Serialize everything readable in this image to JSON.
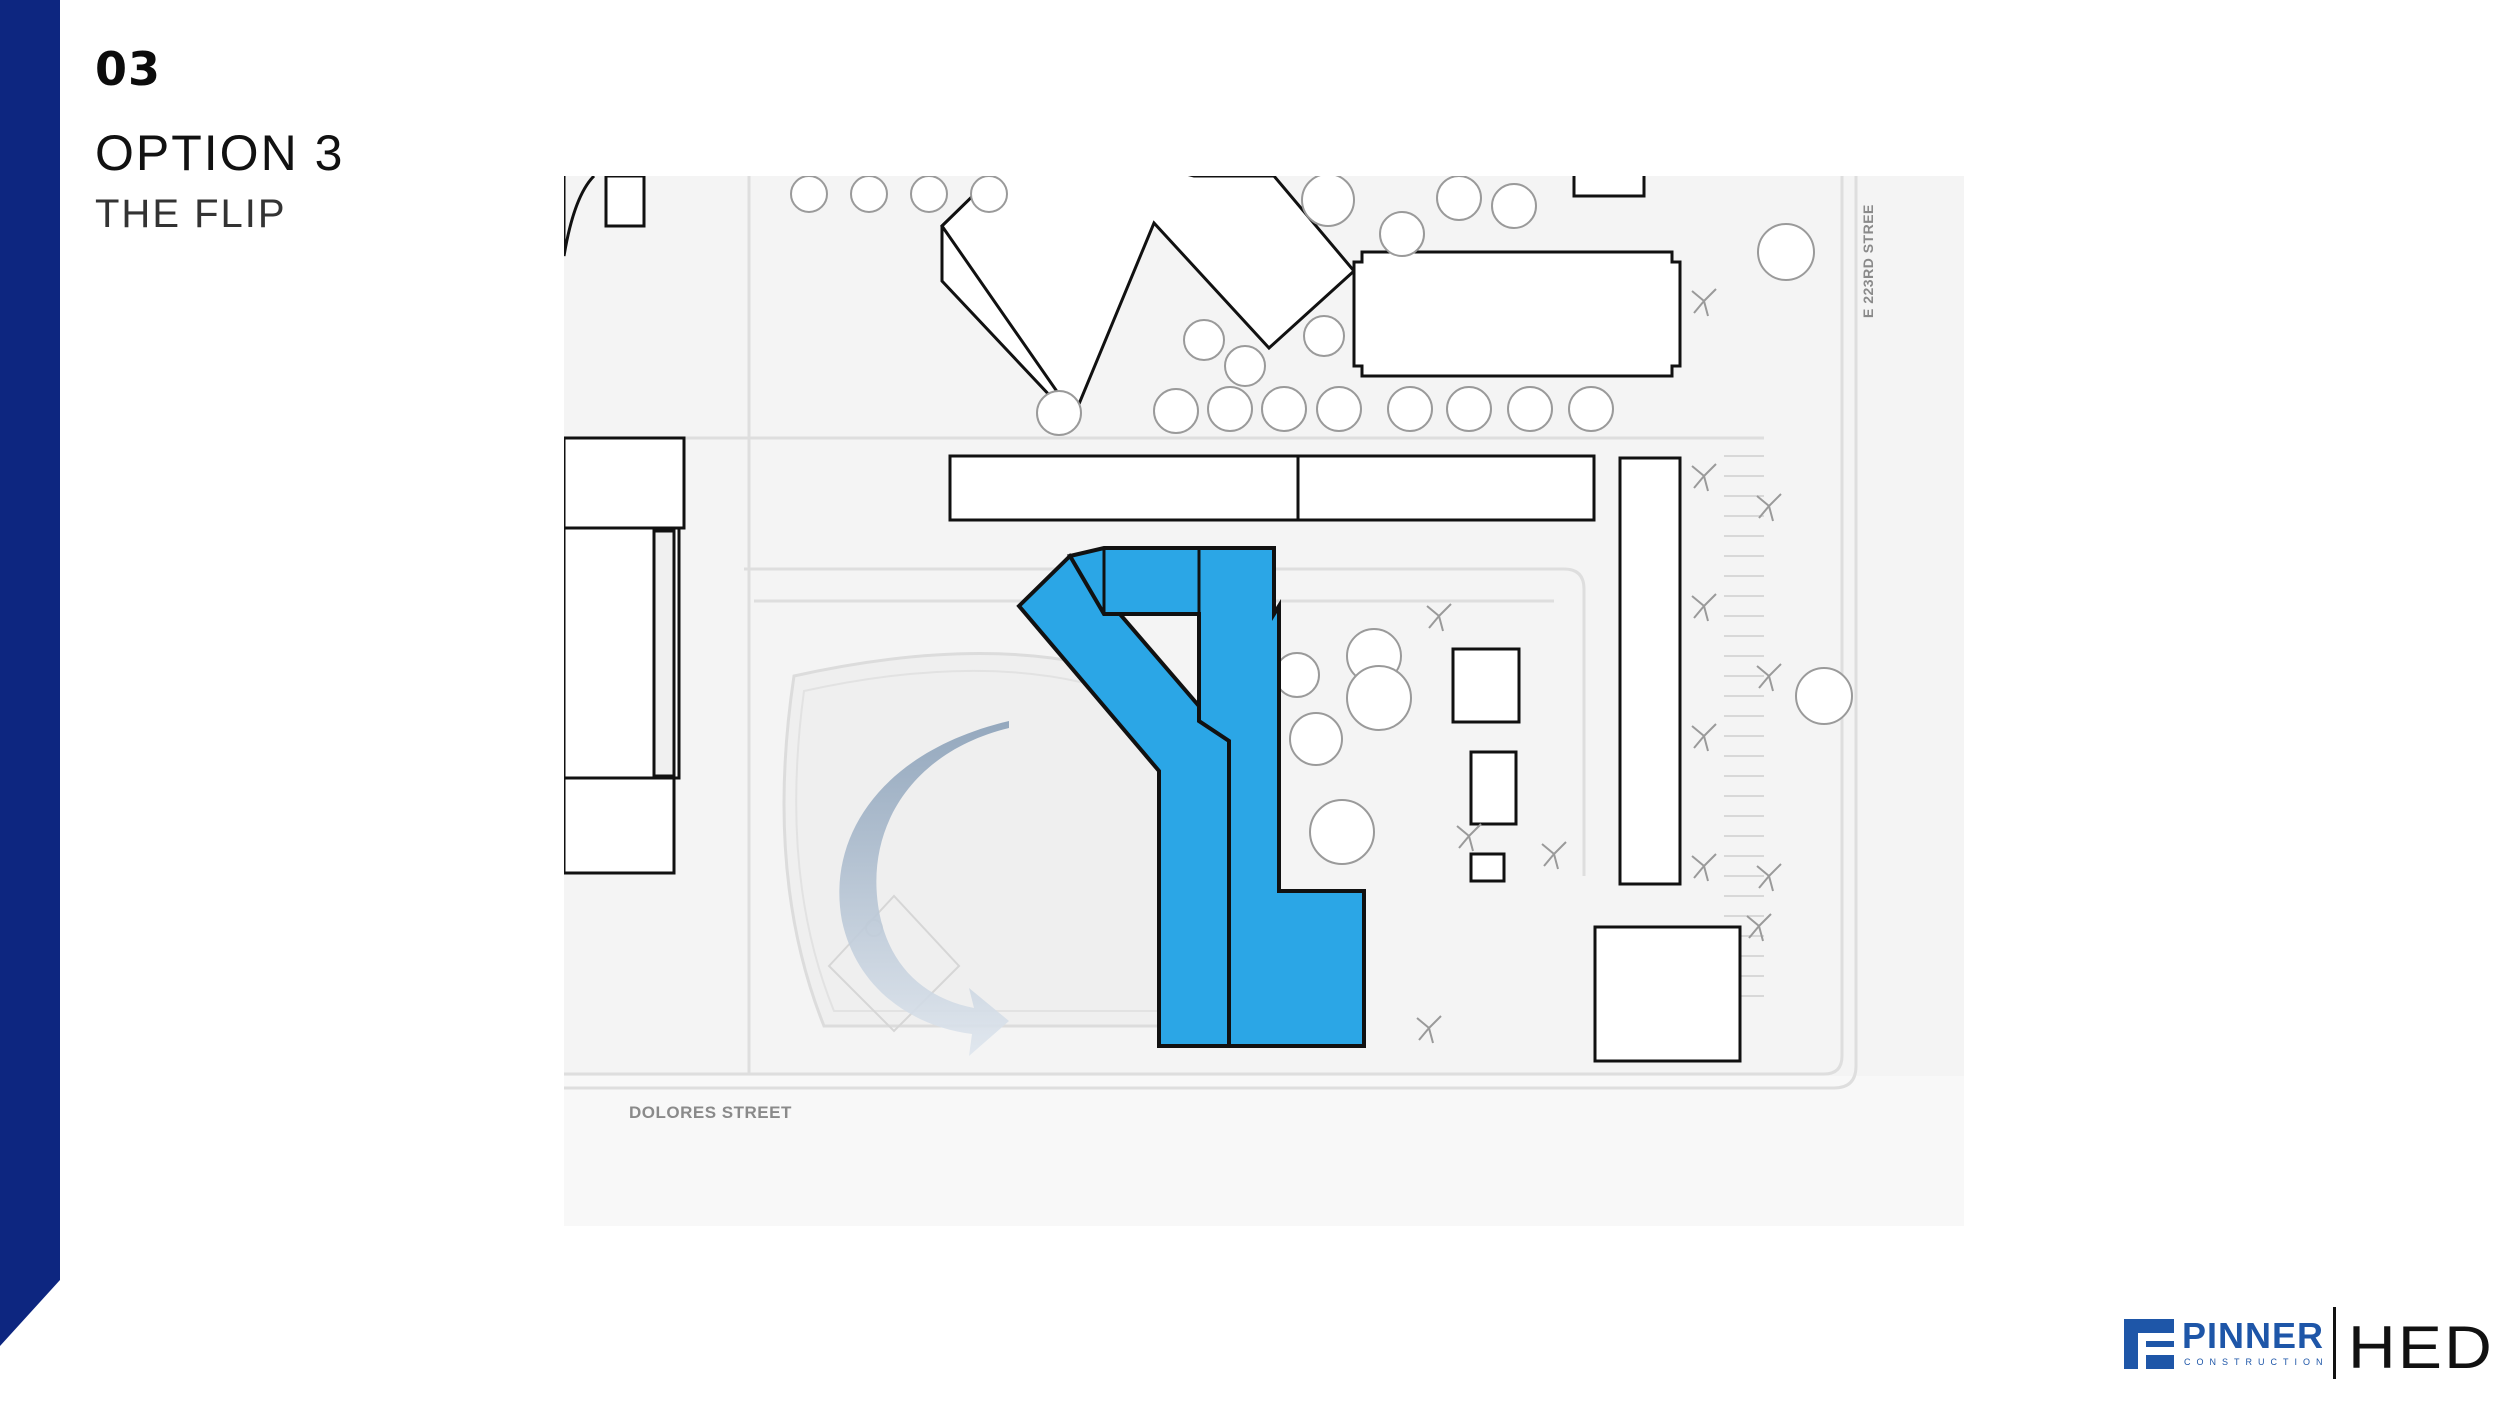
{
  "slide": {
    "number": "03",
    "title": "OPTION 3",
    "subtitle": "THE FLIP"
  },
  "site_plan": {
    "street_bottom": "DOLORES STREET",
    "street_right": "E 223RD STREE",
    "proposed_building_color": "#2ba6e6",
    "arrow_icon": "rotate-arrow-icon"
  },
  "branding": {
    "accent_color": "#0d2680",
    "logo_primary": "PINNER",
    "logo_primary_sub": "CONSTRUCTION",
    "logo_partner": "HED"
  }
}
